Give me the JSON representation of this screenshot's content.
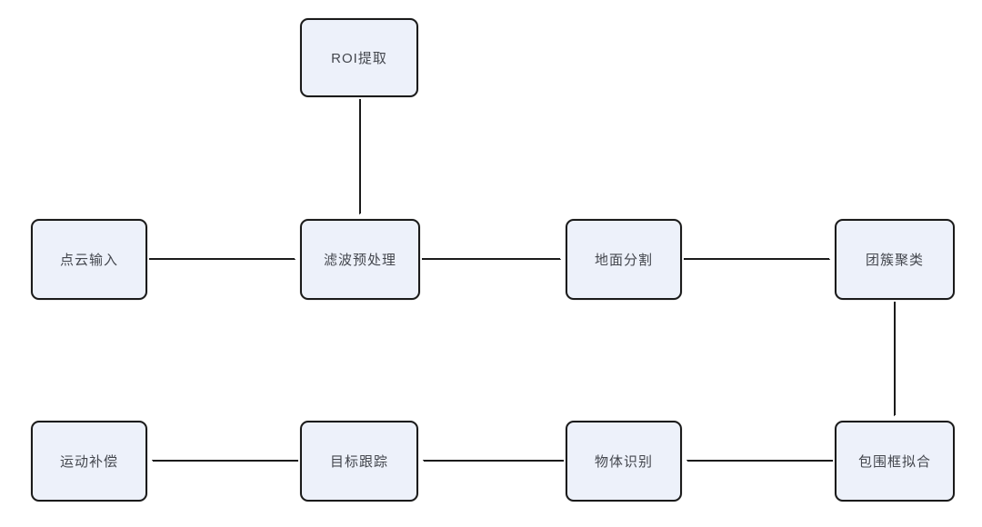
{
  "diagram": {
    "type": "flowchart",
    "language": "zh-CN",
    "colors": {
      "background": "#ffffff",
      "node_fill": "#edf1fa",
      "node_border": "#1a1a1a",
      "arrow": "#1a1a1a",
      "text": "#44474e"
    },
    "nodes": [
      {
        "id": "roi-extraction",
        "label": "ROI提取"
      },
      {
        "id": "point-cloud-input",
        "label": "点云输入"
      },
      {
        "id": "filter-preprocessing",
        "label": "滤波预处理"
      },
      {
        "id": "ground-segmentation",
        "label": "地面分割"
      },
      {
        "id": "cluster-clustering",
        "label": "团簇聚类"
      },
      {
        "id": "bounding-box-fitting",
        "label": "包围框拟合"
      },
      {
        "id": "object-recognition",
        "label": "物体识别"
      },
      {
        "id": "target-tracking",
        "label": "目标跟踪"
      },
      {
        "id": "motion-compensation",
        "label": "运动补偿"
      }
    ],
    "edges": [
      {
        "from": "roi-extraction",
        "to": "filter-preprocessing",
        "direction": "down"
      },
      {
        "from": "point-cloud-input",
        "to": "filter-preprocessing",
        "direction": "right"
      },
      {
        "from": "filter-preprocessing",
        "to": "ground-segmentation",
        "direction": "right"
      },
      {
        "from": "ground-segmentation",
        "to": "cluster-clustering",
        "direction": "right"
      },
      {
        "from": "cluster-clustering",
        "to": "bounding-box-fitting",
        "direction": "down"
      },
      {
        "from": "bounding-box-fitting",
        "to": "object-recognition",
        "direction": "left"
      },
      {
        "from": "object-recognition",
        "to": "target-tracking",
        "direction": "left"
      },
      {
        "from": "target-tracking",
        "to": "motion-compensation",
        "direction": "left"
      }
    ]
  }
}
